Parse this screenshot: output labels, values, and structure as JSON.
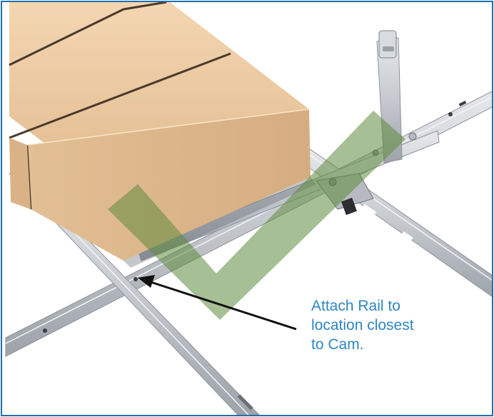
{
  "annotation": {
    "lines": [
      "Attach Rail to",
      "location closest",
      "to Cam."
    ]
  },
  "colors": {
    "frame": "#1f6fb0",
    "annotation_text": "#2e86c1",
    "arrow": "#111111",
    "checkmark": "#5f8a3c",
    "block_face": "#ecc9a0",
    "block_top": "#f0d2ad",
    "rail": "#c9ccd1"
  },
  "icons": {
    "overlay": "checkmark-icon",
    "pointer": "arrow-icon"
  }
}
